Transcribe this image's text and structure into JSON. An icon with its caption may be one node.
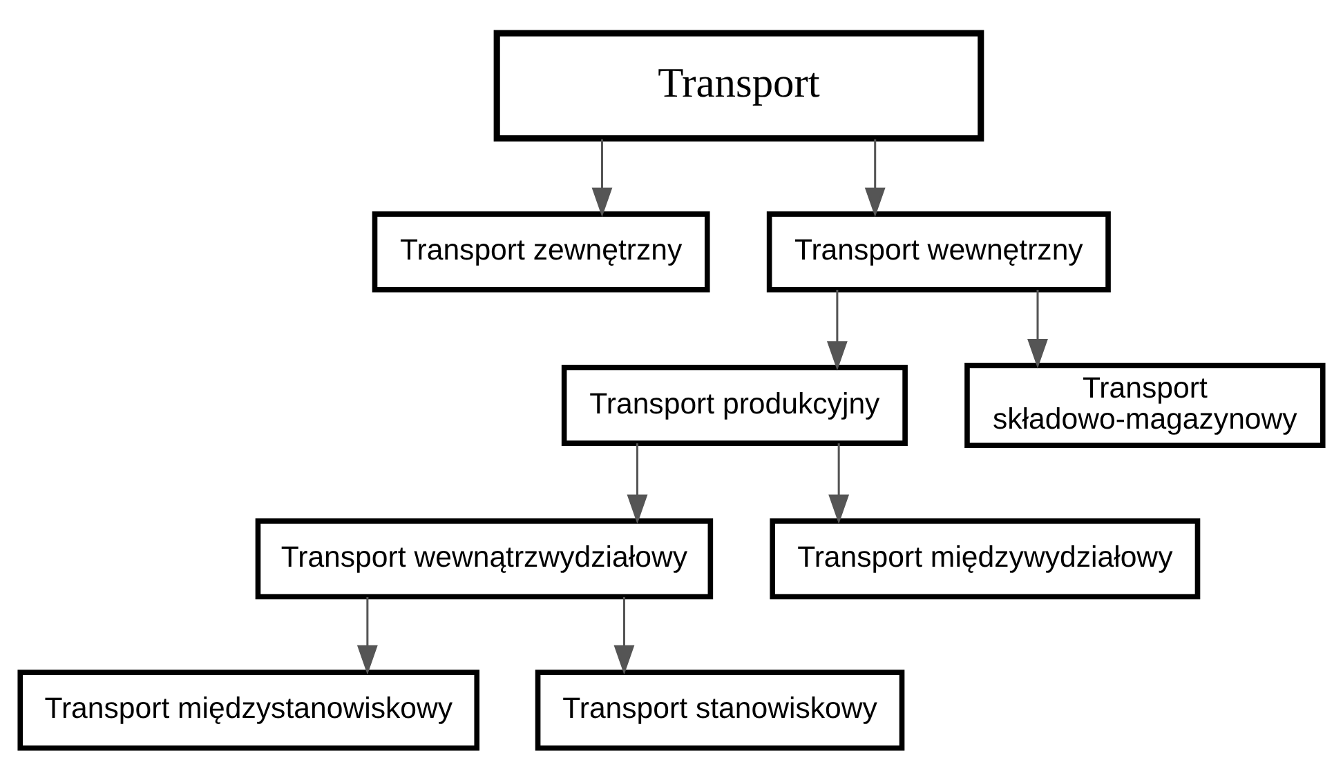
{
  "diagram": {
    "nodes": [
      {
        "text": [
          "Transport"
        ]
      },
      {
        "text": [
          "Transport zewnętrzny"
        ]
      },
      {
        "text": [
          "Transport wewnętrzny"
        ]
      },
      {
        "text": [
          "Transport produkcyjny"
        ]
      },
      {
        "text": [
          "Transport składowo-magazynowy"
        ]
      },
      {
        "text": [
          "Transport wewnątrzwydziałowy"
        ]
      },
      {
        "text": [
          "Transport międzywydziałowy"
        ]
      },
      {
        "text": [
          "Transport międzystanowiskowy"
        ]
      },
      {
        "text": [
          "Transport stanowiskowy"
        ]
      }
    ],
    "edges": [
      {
        "from": 0,
        "to": 1,
        "arrow": "to"
      },
      {
        "from": 0,
        "to": 2,
        "arrow": "to"
      },
      {
        "from": 2,
        "to": 3,
        "arrow": "to"
      },
      {
        "from": 2,
        "to": 4,
        "arrow": "to"
      },
      {
        "from": 3,
        "to": 5,
        "arrow": "to"
      },
      {
        "from": 3,
        "to": 6,
        "arrow": "to"
      },
      {
        "from": 5,
        "to": 7,
        "arrow": "to"
      },
      {
        "from": 5,
        "to": 8,
        "arrow": "to"
      }
    ]
  }
}
